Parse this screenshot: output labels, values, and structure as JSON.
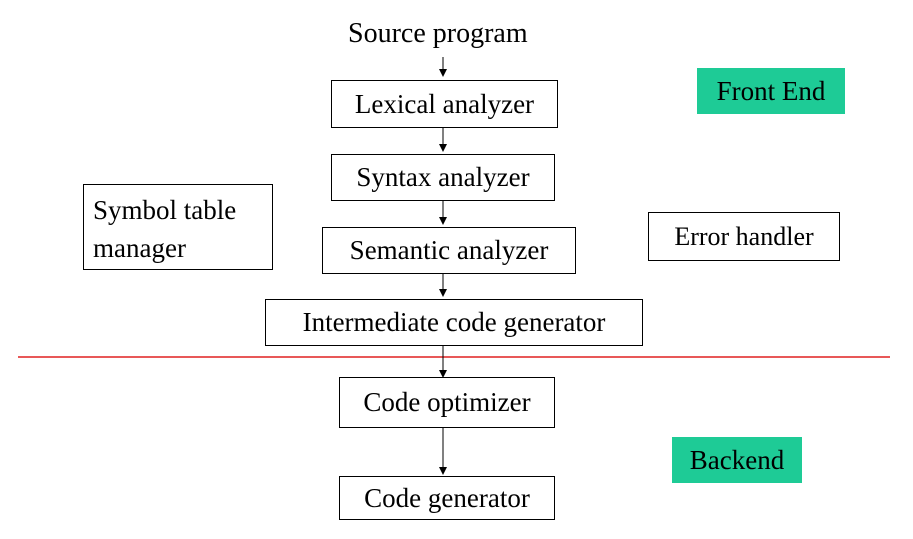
{
  "source": {
    "label": "Source program"
  },
  "stages": [
    {
      "id": "lexical",
      "label": "Lexical analyzer"
    },
    {
      "id": "syntax",
      "label": "Syntax analyzer"
    },
    {
      "id": "semantic",
      "label": "Semantic analyzer"
    },
    {
      "id": "intermediate",
      "label": "Intermediate code generator"
    },
    {
      "id": "optimizer",
      "label": "Code optimizer"
    },
    {
      "id": "generator",
      "label": "Code generator"
    }
  ],
  "symbol_table": {
    "line1": "Symbol table",
    "line2": "manager"
  },
  "error_handler": {
    "label": "Error handler"
  },
  "regions": {
    "front_end": {
      "label": "Front End"
    },
    "backend": {
      "label": "Backend"
    }
  },
  "colors": {
    "region_fill": "#1ecb96",
    "divider": "#e02020",
    "line": "#000000"
  }
}
